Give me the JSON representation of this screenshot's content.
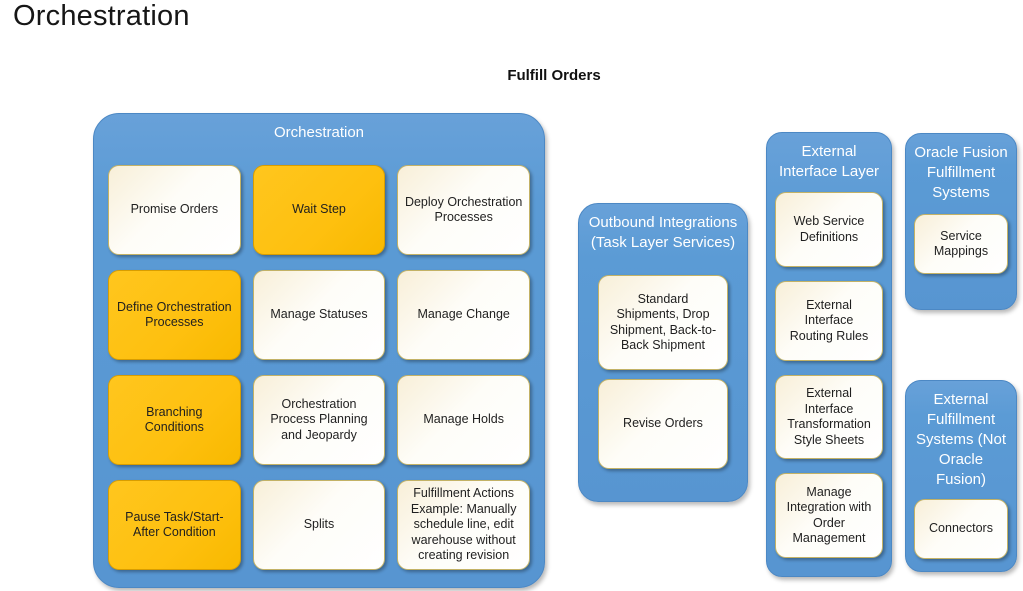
{
  "page": {
    "title": "Orchestration",
    "subtitle": "Fulfill Orders"
  },
  "colors": {
    "group_blue": "#5B9BD5",
    "group_blue_border": "#4C88C4",
    "card_orange": "#FEC00F",
    "card_orange_border": "#D89D00",
    "card_white_top": "#F8EFD8",
    "card_white": "#FFFFFF",
    "card_white_border": "#C3B266",
    "group_title_text": "#FFFFFF",
    "card_text": "#1F1F1F",
    "page_text": "#161616"
  },
  "groups": [
    {
      "id": "orchestration",
      "title": "Orchestration",
      "cards": [
        {
          "label": "Promise Orders",
          "variant": "white"
        },
        {
          "label": "Wait Step",
          "variant": "orange"
        },
        {
          "label": "Deploy Orchestration Processes",
          "variant": "white"
        },
        {
          "label": "Define Orchestration Processes",
          "variant": "orange"
        },
        {
          "label": "Manage Statuses",
          "variant": "white"
        },
        {
          "label": "Manage Change",
          "variant": "white"
        },
        {
          "label": "Branching Conditions",
          "variant": "orange"
        },
        {
          "label": "Orchestration Process Planning and Jeopardy",
          "variant": "white"
        },
        {
          "label": "Manage Holds",
          "variant": "white"
        },
        {
          "label": "Pause Task/Start-After Condition",
          "variant": "orange"
        },
        {
          "label": "Splits",
          "variant": "white"
        },
        {
          "label": "Fulfillment Actions Example: Manually schedule line, edit warehouse without creating revision",
          "variant": "white"
        }
      ]
    },
    {
      "id": "outbound-integrations",
      "title": "Outbound Integrations (Task Layer Services)",
      "cards": [
        {
          "label": "Standard Shipments, Drop Shipment, Back-to-Back Shipment",
          "variant": "white"
        },
        {
          "label": "Revise Orders",
          "variant": "white"
        }
      ]
    },
    {
      "id": "external-interface-layer",
      "title": "External Interface Layer",
      "cards": [
        {
          "label": "Web Service Definitions",
          "variant": "white"
        },
        {
          "label": "External Interface Routing Rules",
          "variant": "white"
        },
        {
          "label": "External Interface Transformation Style Sheets",
          "variant": "white"
        },
        {
          "label": "Manage Integration with Order Management",
          "variant": "white"
        }
      ]
    },
    {
      "id": "oracle-fusion-fulfillment-systems",
      "title": "Oracle Fusion Fulfillment Systems",
      "cards": [
        {
          "label": "Service Mappings",
          "variant": "white"
        }
      ]
    },
    {
      "id": "external-fulfillment-systems",
      "title": "External Fulfillment Systems (Not Oracle Fusion)",
      "cards": [
        {
          "label": "Connectors",
          "variant": "white"
        }
      ]
    }
  ]
}
